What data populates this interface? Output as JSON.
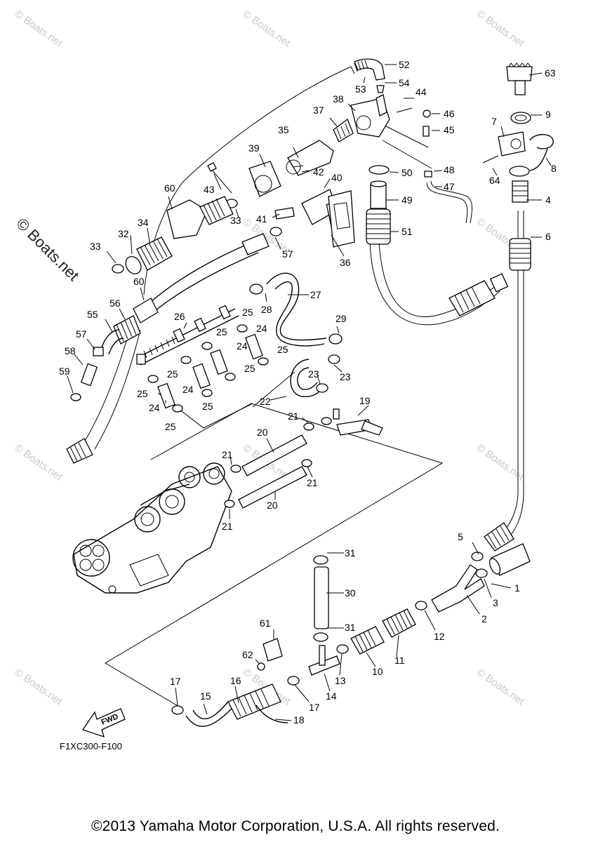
{
  "watermark": {
    "text": "© Boats.net",
    "side_text": "© Boats.net"
  },
  "callouts": [
    "1",
    "2",
    "3",
    "4",
    "5",
    "6",
    "7",
    "8",
    "9",
    "10",
    "11",
    "12",
    "13",
    "14",
    "15",
    "16",
    "17",
    "18",
    "19",
    "20",
    "21",
    "22",
    "23",
    "24",
    "25",
    "26",
    "27",
    "28",
    "29",
    "30",
    "31",
    "32",
    "33",
    "34",
    "35",
    "36",
    "37",
    "38",
    "39",
    "40",
    "41",
    "42",
    "43",
    "44",
    "45",
    "46",
    "47",
    "48",
    "49",
    "50",
    "51",
    "52",
    "53",
    "54",
    "55",
    "56",
    "57",
    "58",
    "59",
    "60",
    "61",
    "62",
    "63",
    "64"
  ],
  "diagram_code": "F1XC300-F100",
  "fwd_label": "FWD",
  "copyright": "©2013 Yamaha Motor Corporation, U.S.A. All rights reserved."
}
